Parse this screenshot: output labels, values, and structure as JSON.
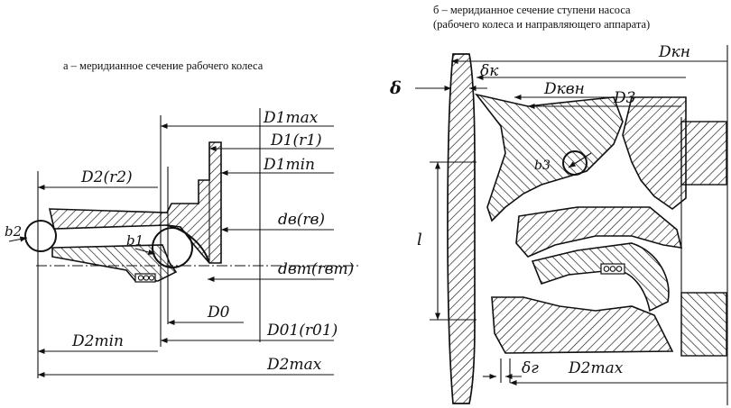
{
  "captions": {
    "a": "а – меридианное сечение рабочего колеса",
    "b_line1": "б – меридианное сечение ступени насоса",
    "b_line2": "(рабочего колеса и направляющего аппарата)"
  },
  "left_labels": {
    "D1max": "D1max",
    "D1r1": "D1(r1)",
    "D1min": "D1min",
    "dB": "dв(rв)",
    "dBT": "dвт(rвт)",
    "D2r2": "D2(r2)",
    "b2": "b2",
    "b1": "b1",
    "D0": "D0",
    "D01": "D01(r01)",
    "D2min": "D2min",
    "D2max": "D2max"
  },
  "right_labels": {
    "delta": "δ",
    "DKH": "Dкн",
    "deltaK": "δк",
    "DKBH": "Dквн",
    "D3": "D3",
    "b3": "b3",
    "l": "l",
    "deltaG": "δг",
    "D2max": "D2max"
  }
}
